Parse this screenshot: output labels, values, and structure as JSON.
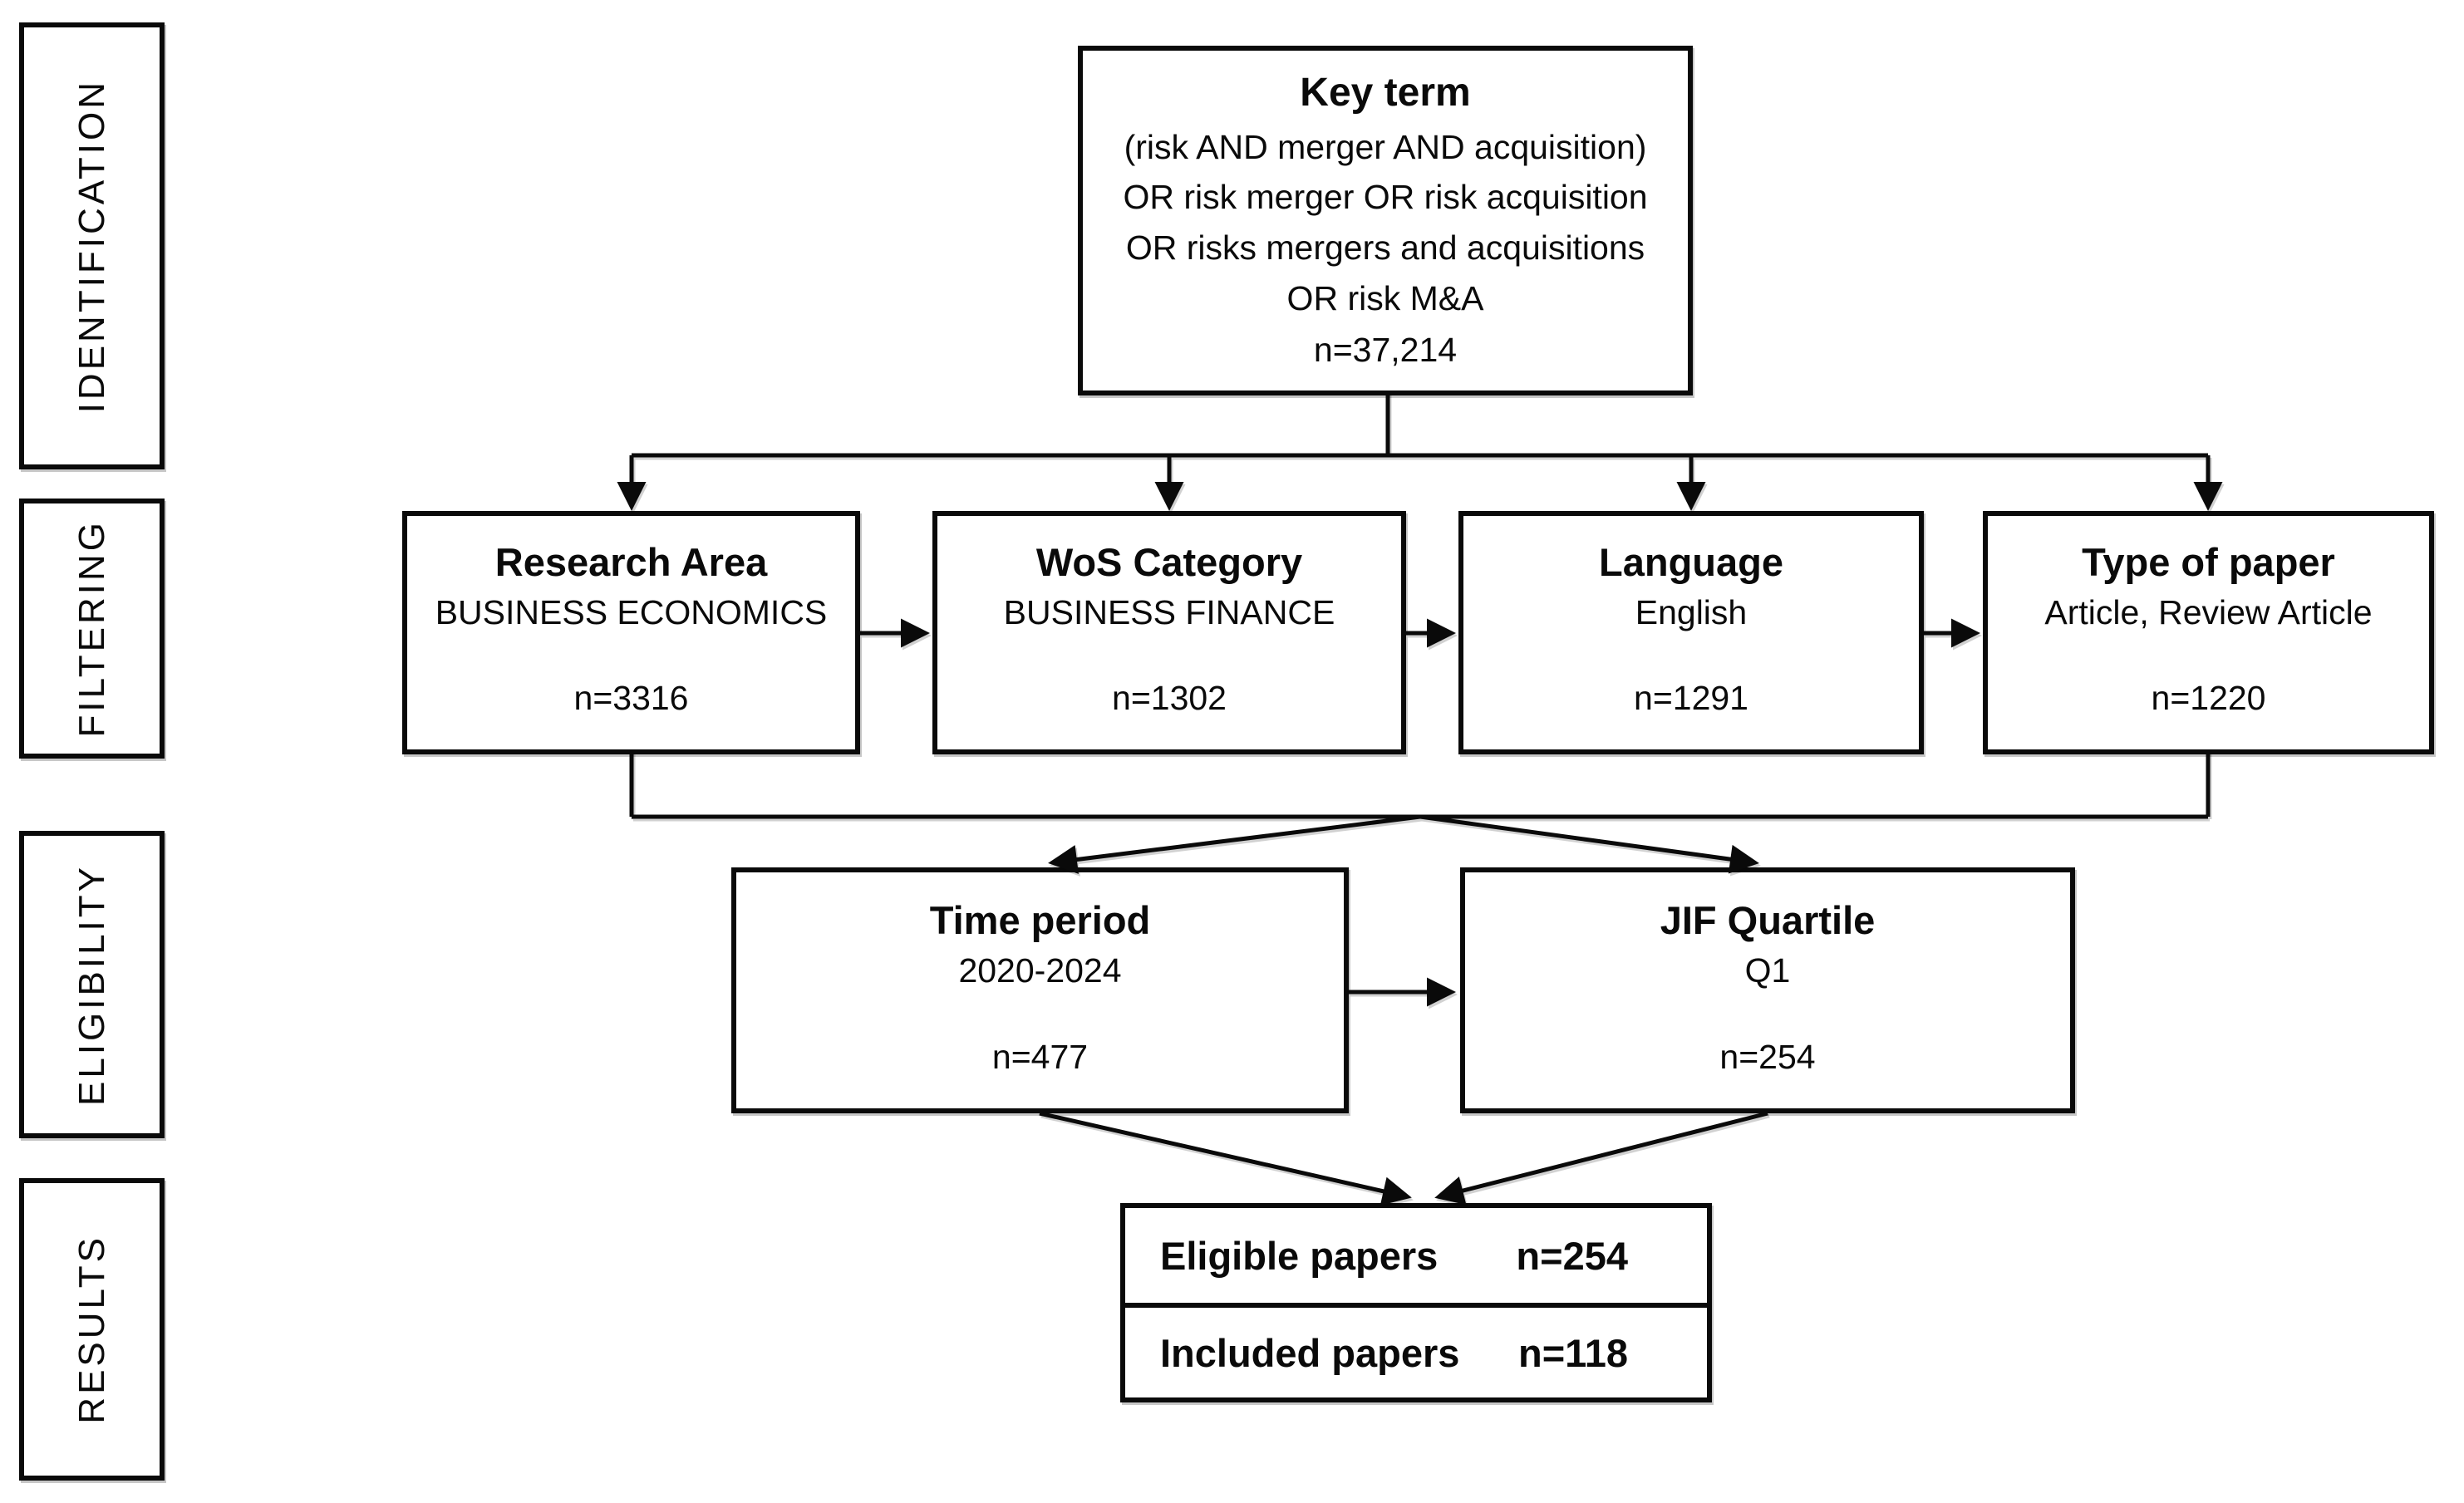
{
  "colors": {
    "background": "#ffffff",
    "line": "#0a0a0a",
    "box_border": "#0a0a0a",
    "text": "#0a0a0a"
  },
  "stages": [
    {
      "label": "IDENTIFICATION"
    },
    {
      "label": "FILTERING"
    },
    {
      "label": "ELIGIBILITY"
    },
    {
      "label": "RESULTS"
    }
  ],
  "key_term": {
    "title": "Key term",
    "lines": [
      "(risk AND merger AND acquisition)",
      "OR risk merger OR risk acquisition",
      "OR risks mergers and acquisitions",
      "OR risk M&A"
    ],
    "count": "n=37,214"
  },
  "filters": [
    {
      "title": "Research Area",
      "subtitle": "BUSINESS ECONOMICS",
      "count": "n=3316"
    },
    {
      "title": "WoS Category",
      "subtitle": "BUSINESS FINANCE",
      "count": "n=1302"
    },
    {
      "title": "Language",
      "subtitle": "English",
      "count": "n=1291"
    },
    {
      "title": "Type of paper",
      "subtitle": "Article, Review Article",
      "count": "n=1220"
    }
  ],
  "eligibility": [
    {
      "title": "Time period",
      "subtitle": "2020-2024",
      "count": "n=477"
    },
    {
      "title": "JIF Quartile",
      "subtitle": "Q1",
      "count": "n=254"
    }
  ],
  "results": [
    {
      "label": "Eligible papers",
      "count": "n=254"
    },
    {
      "label": "Included papers",
      "count": "n=118"
    }
  ]
}
